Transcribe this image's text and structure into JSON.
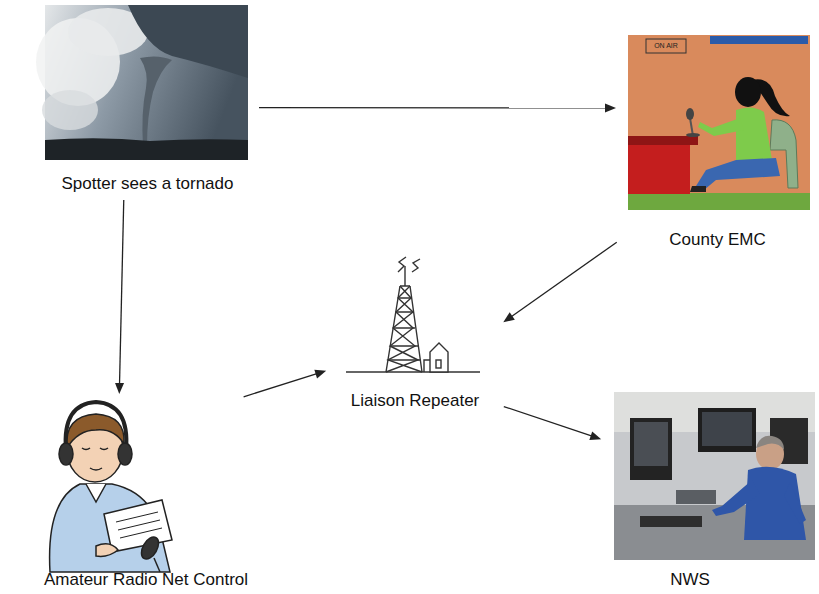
{
  "diagram": {
    "nodes": [
      {
        "text": [
          "Spotter sees a tornado"
        ]
      },
      {
        "text": [
          "County EMC"
        ]
      },
      {
        "text": [
          "Liaison Repeater"
        ]
      },
      {
        "text": [
          "Amateur Radio Net Control"
        ]
      },
      {
        "text": [
          "NWS"
        ]
      }
    ],
    "edges": [
      {
        "from": 0,
        "to": 1,
        "arrow": "to"
      },
      {
        "from": 0,
        "to": 3,
        "arrow": "to"
      },
      {
        "from": 1,
        "to": 2,
        "arrow": "to"
      },
      {
        "from": 3,
        "to": 2,
        "arrow": "to"
      },
      {
        "from": 2,
        "to": 4,
        "arrow": "to"
      }
    ],
    "labels": [
      "ON AIR"
    ]
  }
}
